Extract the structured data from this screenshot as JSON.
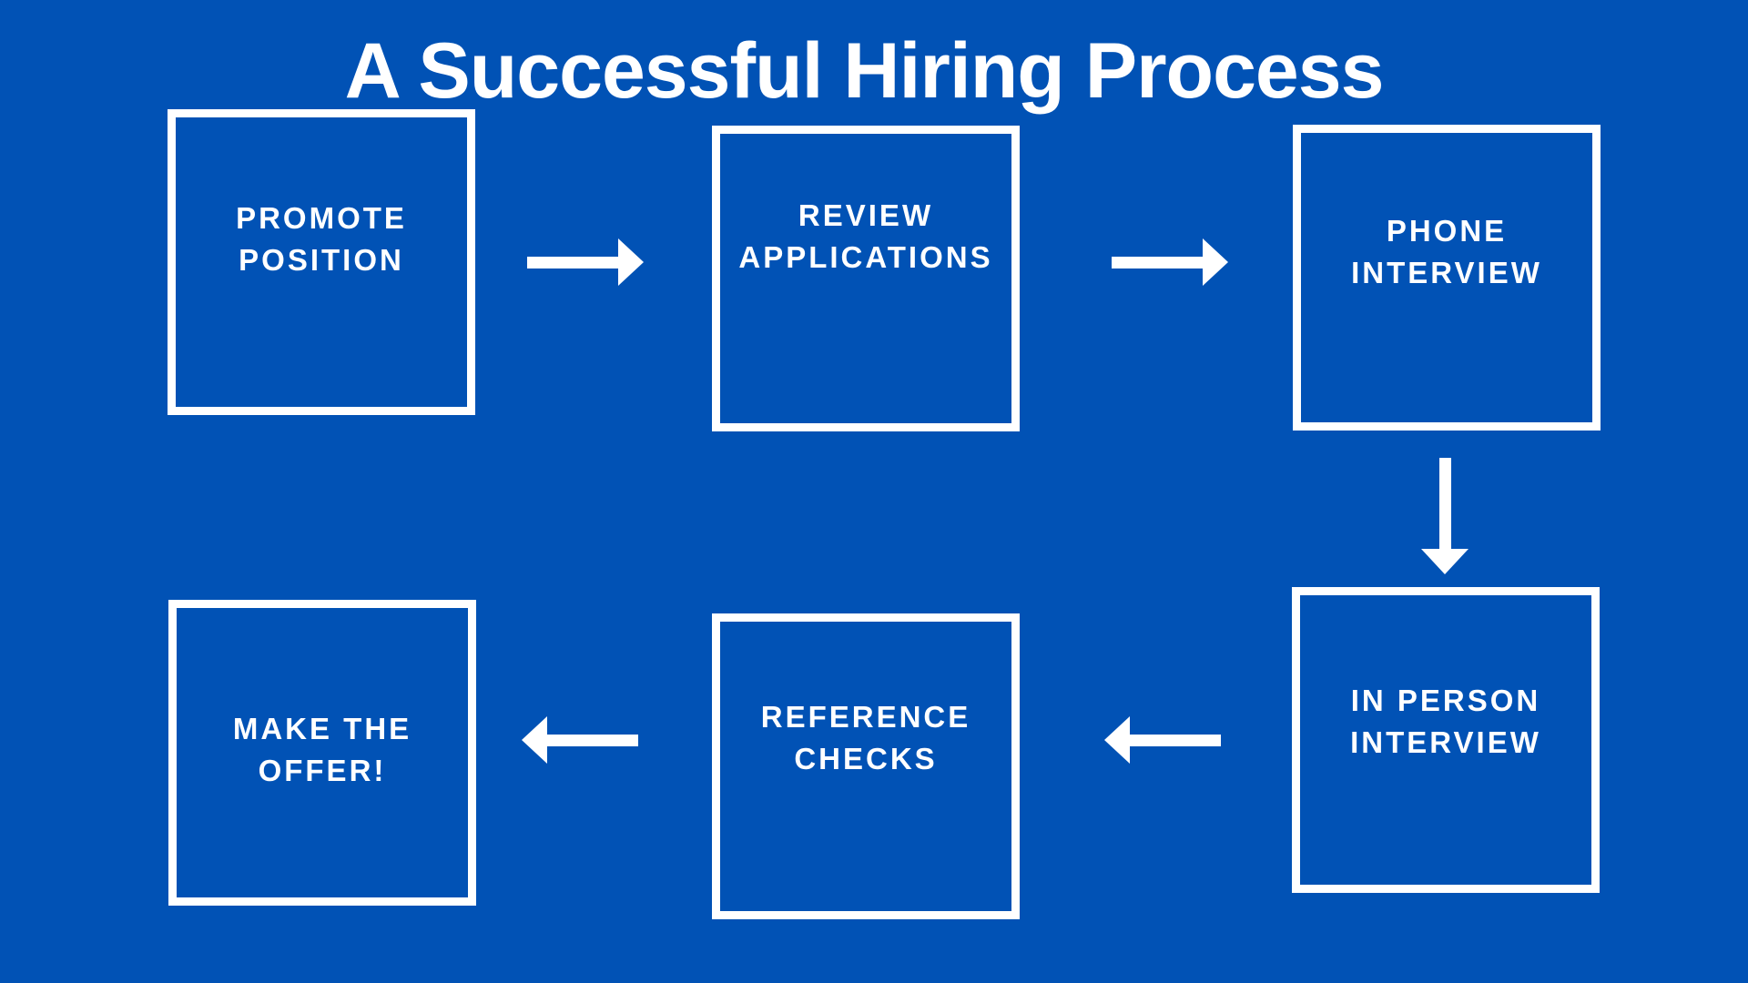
{
  "colors": {
    "background": "#0152b5",
    "foreground": "#ffffff"
  },
  "title": "A Successful Hiring Process",
  "steps": [
    {
      "id": "promote-position",
      "lines": [
        "PROMOTE",
        "POSITION"
      ]
    },
    {
      "id": "review-applications",
      "lines": [
        "REVIEW",
        "APPLICATIONS"
      ]
    },
    {
      "id": "phone-interview",
      "lines": [
        "PHONE",
        "INTERVIEW"
      ]
    },
    {
      "id": "in-person-interview",
      "lines": [
        "IN PERSON",
        "INTERVIEW"
      ]
    },
    {
      "id": "reference-checks",
      "lines": [
        "REFERENCE",
        "CHECKS"
      ]
    },
    {
      "id": "make-the-offer",
      "lines": [
        "MAKE THE",
        "OFFER!"
      ]
    }
  ],
  "arrows": [
    {
      "from": "promote-position",
      "to": "review-applications",
      "direction": "right"
    },
    {
      "from": "review-applications",
      "to": "phone-interview",
      "direction": "right"
    },
    {
      "from": "phone-interview",
      "to": "in-person-interview",
      "direction": "down"
    },
    {
      "from": "in-person-interview",
      "to": "reference-checks",
      "direction": "left"
    },
    {
      "from": "reference-checks",
      "to": "make-the-offer",
      "direction": "left"
    }
  ]
}
